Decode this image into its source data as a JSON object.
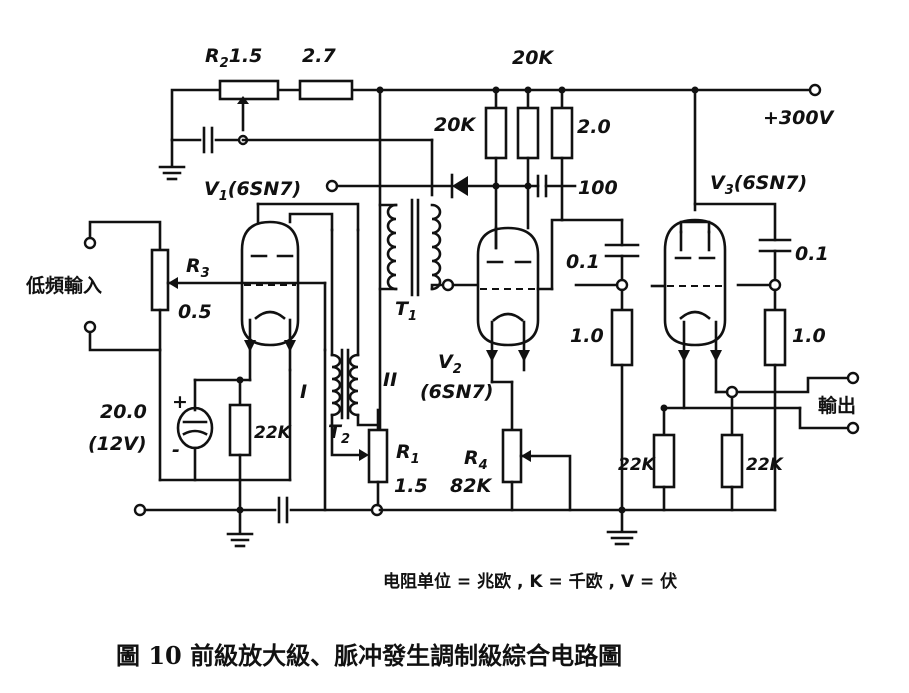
{
  "labels": {
    "r2": "R",
    "r2_sub": "2",
    "r2_val": "1.5",
    "r_top": "2.7",
    "r_top_right": "20K",
    "supply": "+300V",
    "r_20k_left": "20K",
    "r_2_0": "2.0",
    "v1": "V",
    "v1_sub": "1",
    "v1_type": "(6SN7)",
    "v3": "V",
    "v3_sub": "3",
    "v3_type": "(6SN7)",
    "cap_100": "100",
    "r3": "R",
    "r3_sub": "3",
    "r3_val": "0.5",
    "input": "低頻輸入",
    "t1": "T",
    "t1_sub": "1",
    "cap_01_a": "0.1",
    "cap_01_b": "0.1",
    "r_1_0_a": "1.0",
    "r_1_0_b": "1.0",
    "v2": "V",
    "v2_sub": "2",
    "v2_type": "(6SN7)",
    "out": "輸出",
    "cap_20": "20.0",
    "volt_12": "(12V)",
    "r_22k_a": "22K",
    "r_22k_b": "22K",
    "r_22k_c": "22K",
    "t2": "T",
    "t2_sub": "2",
    "roman_1": "I",
    "roman_2": "II",
    "r1": "R",
    "r1_sub": "1",
    "r1_val": "1.5",
    "r4": "R",
    "r4_sub": "4",
    "r4_val": "82K",
    "plus": "+",
    "minus": "-",
    "note": "电阻单位 = 兆欧 , K = 千欧 , V = 伏",
    "caption": "圖 10   前級放大級、脈冲發生調制級綜合电路圖"
  }
}
